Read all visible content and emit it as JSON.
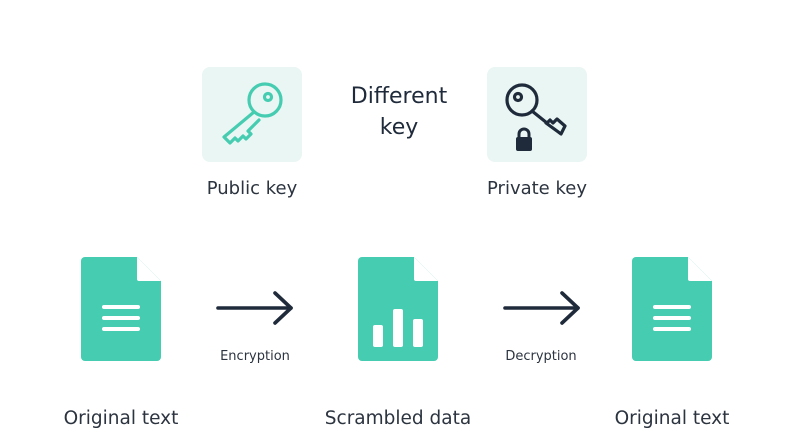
{
  "colors": {
    "teal": "#45ccb1",
    "tile_bg": "#eaf6f3",
    "key_stroke": "#45ccb1",
    "dark": "#1f2a3a"
  },
  "top": {
    "public_key_label": "Public key",
    "middle_title_line1": "Different",
    "middle_title_line2": "key",
    "private_key_label": "Private key",
    "public_key_icon": "key-icon",
    "private_key_icon": "key-lock-icon"
  },
  "flow": {
    "step1_label": "Original text",
    "arrow1_label": "Encryption",
    "step2_label": "Scrambled data",
    "arrow2_label": "Decryption",
    "step3_label": "Original text",
    "doc_icon": "document-lines-icon",
    "chart_icon": "document-chart-icon",
    "arrow_icon": "arrow-right-icon"
  }
}
